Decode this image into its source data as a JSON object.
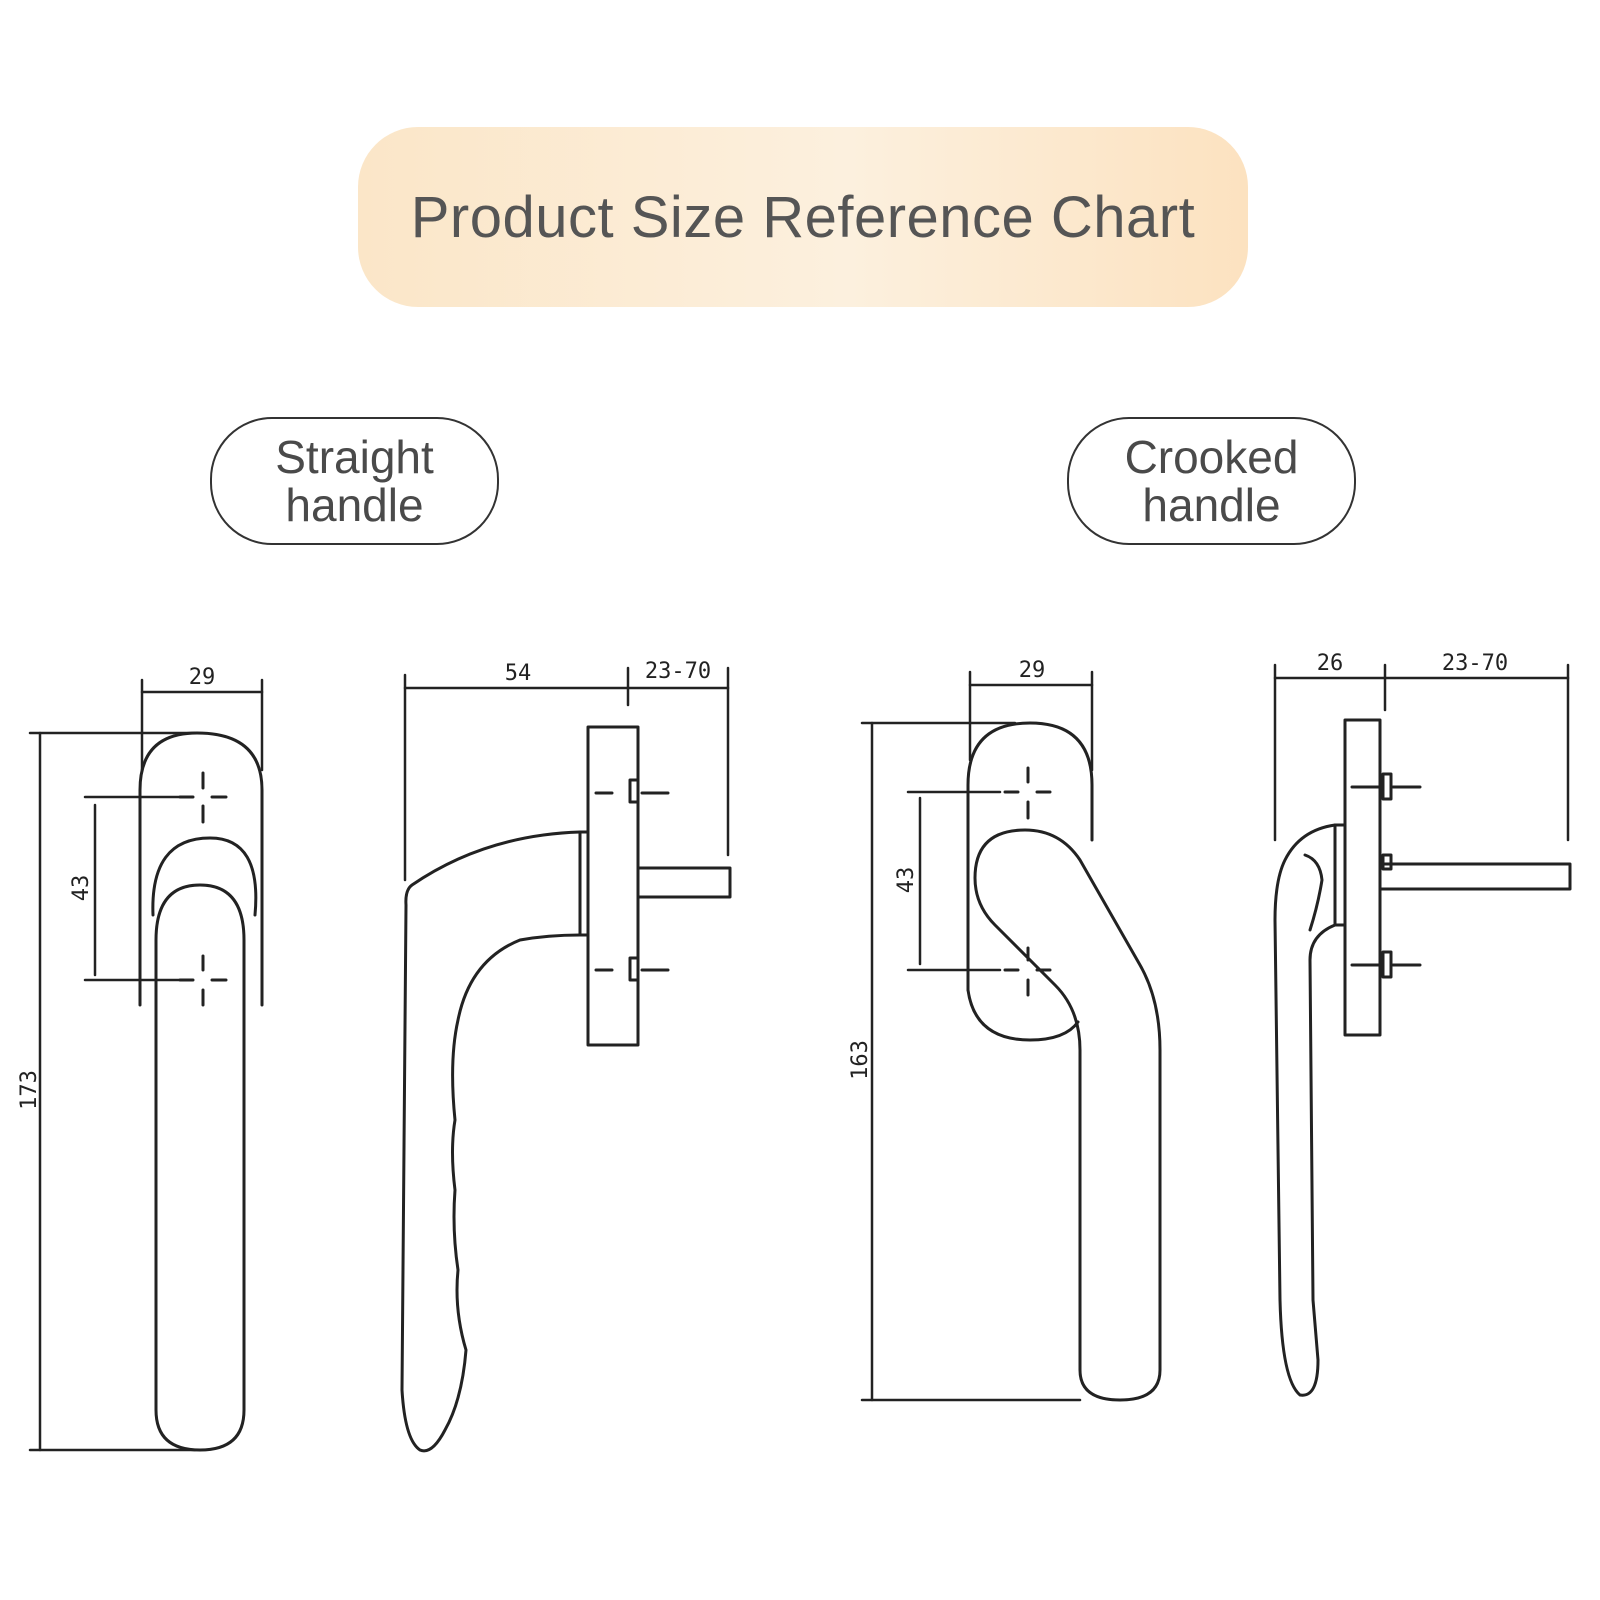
{
  "title": "Product Size Reference Chart",
  "labels": {
    "straight": {
      "line1": "Straight",
      "line2": "handle"
    },
    "crooked": {
      "line1": "Crooked",
      "line2": "handle"
    }
  },
  "dimensions": {
    "straight_front_width": "29",
    "straight_front_height": "173",
    "straight_front_hole_spacing": "43",
    "straight_side_length": "54",
    "straight_side_spindle": "23-70",
    "crooked_front_width": "29",
    "crooked_front_height": "163",
    "crooked_front_hole_spacing": "43",
    "crooked_side_length": "26",
    "crooked_side_spindle": "23-70"
  },
  "colors": {
    "title_pill_left": "#fbe6c8",
    "title_pill_right": "#fce2c0",
    "text": "#555555",
    "line": "#222222"
  }
}
